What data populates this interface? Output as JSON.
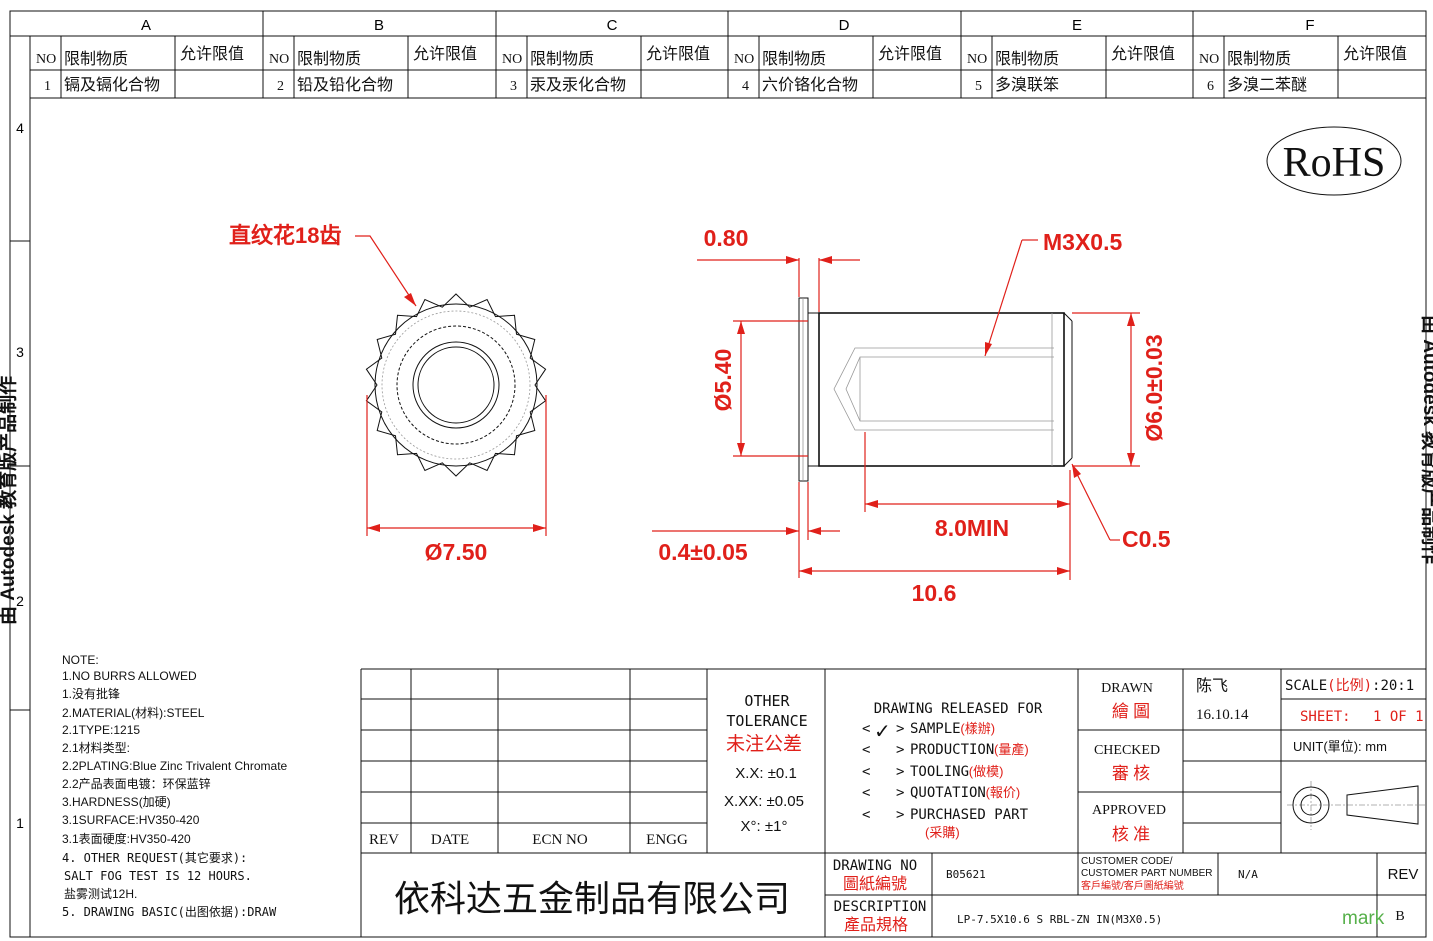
{
  "zones": [
    "A",
    "B",
    "C",
    "D",
    "E",
    "F"
  ],
  "row_numbers": [
    "4",
    "3",
    "2",
    "1"
  ],
  "side_watermark_left": "由 Autodesk 教育版产品制作",
  "side_watermark_right": "由 Autodesk 教育版产品制作",
  "restrictions": {
    "col_no": "NO",
    "col_substance": "限制物质",
    "col_limit": "允许限值",
    "items": [
      {
        "no": "1",
        "name": "镉及镉化合物"
      },
      {
        "no": "2",
        "name": "铅及铅化合物"
      },
      {
        "no": "3",
        "name": "汞及汞化合物"
      },
      {
        "no": "4",
        "name": "六价铬化合物"
      },
      {
        "no": "5",
        "name": "多溴联笨"
      },
      {
        "no": "6",
        "name": "多溴二苯醚"
      }
    ]
  },
  "rohs": "RoHS",
  "annotations": {
    "knurl": "直纹花18齿",
    "d_knurl": "Ø7.50",
    "head_thk": "0.80",
    "thread": "M3X0.5",
    "d_head": "Ø5.40",
    "d_body": "Ø6.0±0.03",
    "flange": "0.4±0.05",
    "min_len": "8.0MIN",
    "chamfer": "C0.5",
    "total_len": "10.6"
  },
  "notes": [
    "NOTE:",
    "1.NO BURRS ALLOWED",
    "1.没有批锋",
    "2.MATERIAL(材料):STEEL",
    "2.1TYPE:1215",
    "2.1材料类型:",
    "2.2PLATING:Blue Zinc Trivalent Chromate",
    "2.2产品表面电镀：环保蓝锌",
    "3.HARDNESS(加硬)",
    "3.1SURFACE:HV350-420",
    "3.1表面硬度:HV350-420",
    "4. OTHER REQUEST(其它要求):",
    "SALT FOG TEST IS 12 HOURS.",
    "盐雾测试12H.",
    "5. DRAWING BASIC(出图依据):DRAW"
  ],
  "revision": {
    "rev": "REV",
    "date": "DATE",
    "ecn": "ECN NO",
    "engg": "ENGG"
  },
  "tolerance": {
    "title1": "OTHER",
    "title2": "TOLERANCE",
    "cn": "未注公差",
    "l1": "X.X: ±0.1",
    "l2": "X.XX: ±0.05",
    "l3": "X°: ±1°"
  },
  "release": {
    "title": "DRAWING RELEASED FOR",
    "items": [
      {
        "en": "SAMPLE",
        "cn": "(樣辦)",
        "checked": true
      },
      {
        "en": "PRODUCTION",
        "cn": "(量產)",
        "checked": false
      },
      {
        "en": "TOOLING",
        "cn": "(做模)",
        "checked": false
      },
      {
        "en": "QUOTATION",
        "cn": "(報价)",
        "checked": false
      },
      {
        "en": "PURCHASED PART",
        "cn": "(采購)",
        "checked": false
      }
    ],
    "check_mark": "✓"
  },
  "signoff": {
    "drawn": "DRAWN",
    "drawn_cn": "繪 圖",
    "drawn_by": "陈飞",
    "date": "16.10.14",
    "checked": "CHECKED",
    "checked_cn": "審 核",
    "approved": "APPROVED",
    "approved_cn": "核 准"
  },
  "scale": {
    "label": "SCALE",
    "cn": "(比例)",
    "value": ":20:1"
  },
  "sheet": {
    "label": "SHEET:",
    "value": "1 OF 1"
  },
  "unit": {
    "label": "UNIT(",
    "cn": "單位",
    "rest": "):  mm"
  },
  "company": "依科达五金制品有限公司",
  "drawing_no": {
    "label": "DRAWING NO",
    "cn": "圖紙編號",
    "value": "B05621"
  },
  "customer": {
    "l1": "CUSTOMER CODE/",
    "l2": "CUSTOMER PART NUMBER",
    "cn": "客戶編號/客戶圖紙編號",
    "value": "N/A"
  },
  "description": {
    "label": "DESCRIPTION",
    "cn": "產品規格",
    "value": "LP-7.5X10.6 S RBL-ZN IN(M3X0.5)"
  },
  "rev_box": {
    "label": "REV",
    "value": "B"
  },
  "mark": "mark"
}
